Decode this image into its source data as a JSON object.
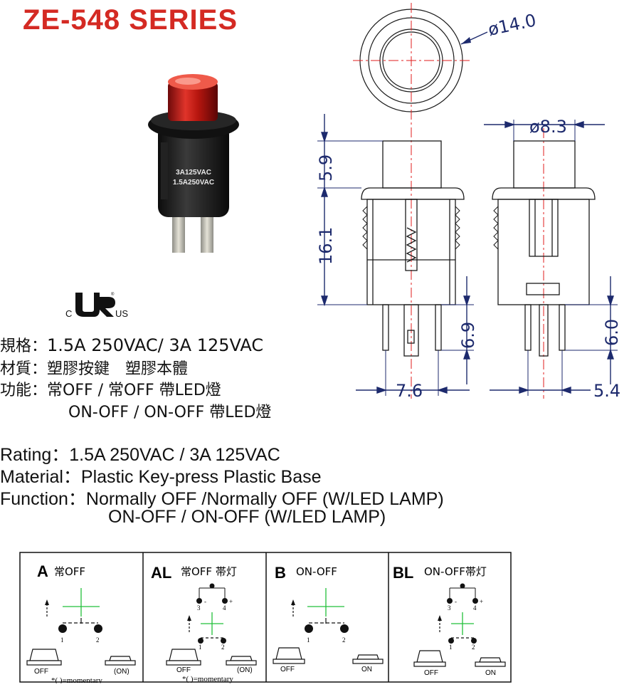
{
  "title": "ZE-548 SERIES",
  "product": {
    "print_line1": "3A125VAC",
    "print_line2": "1.5A250VAC"
  },
  "cert": {
    "mark": "c UR us",
    "left": "C",
    "right": "US"
  },
  "cn_specs": [
    {
      "label": "規格：",
      "value": "1.5A 250VAC/ 3A 125VAC"
    },
    {
      "label": "材質：",
      "value": "塑膠按鍵　塑膠本體"
    },
    {
      "label": "功能：",
      "value": "常OFF / 常OFF 帶LED燈"
    },
    {
      "label": "",
      "value": "ON-OFF / ON-OFF 帶LED燈"
    }
  ],
  "en_specs": [
    {
      "label": "Rating：",
      "value": "1.5A 250VAC  / 3A 125VAC"
    },
    {
      "label": "Material：",
      "value": "Plastic Key-press  Plastic Base"
    },
    {
      "label": "Function：",
      "value": "Normally  OFF /Normally  OFF (W/LED LAMP)"
    },
    {
      "label": "",
      "value": "ON-OFF / ON-OFF (W/LED LAMP)"
    }
  ],
  "dimensions": {
    "top_diameter": "ø14.0",
    "body_diameter": "ø8.3",
    "cap_height": "5.9",
    "body_height": "16.1",
    "pin_length_front": "6.9",
    "pin_length_side": "6.0",
    "pin_spacing": "7.6",
    "side_offset": "5.4"
  },
  "panels": [
    {
      "code": "A",
      "desc": "常OFF",
      "left_state": "OFF",
      "right_state": "(ON)",
      "note": "*( )=momentary",
      "pins": [
        "1",
        "2"
      ]
    },
    {
      "code": "AL",
      "desc": "常OFF 帯灯",
      "left_state": "OFF",
      "right_state": "(ON)",
      "note": "*( )=momentary",
      "pins": [
        "1",
        "2"
      ],
      "led_pins": [
        "3",
        "4"
      ],
      "led_signs": [
        "-",
        "+"
      ]
    },
    {
      "code": "B",
      "desc": "ON-OFF",
      "left_state": "OFF",
      "right_state": "ON",
      "pins": [
        "1",
        "2"
      ]
    },
    {
      "code": "BL",
      "desc": "ON-OFF帯灯",
      "left_state": "OFF",
      "right_state": "ON",
      "pins": [
        "1",
        "2"
      ],
      "led_pins": [
        "3",
        "4"
      ],
      "led_signs": [
        "-",
        "+"
      ]
    }
  ],
  "colors": {
    "title": "#d42a23",
    "dimension": "#1d2a6d",
    "centerline": "#e11d1d",
    "schematic_cross": "#22c03a"
  }
}
